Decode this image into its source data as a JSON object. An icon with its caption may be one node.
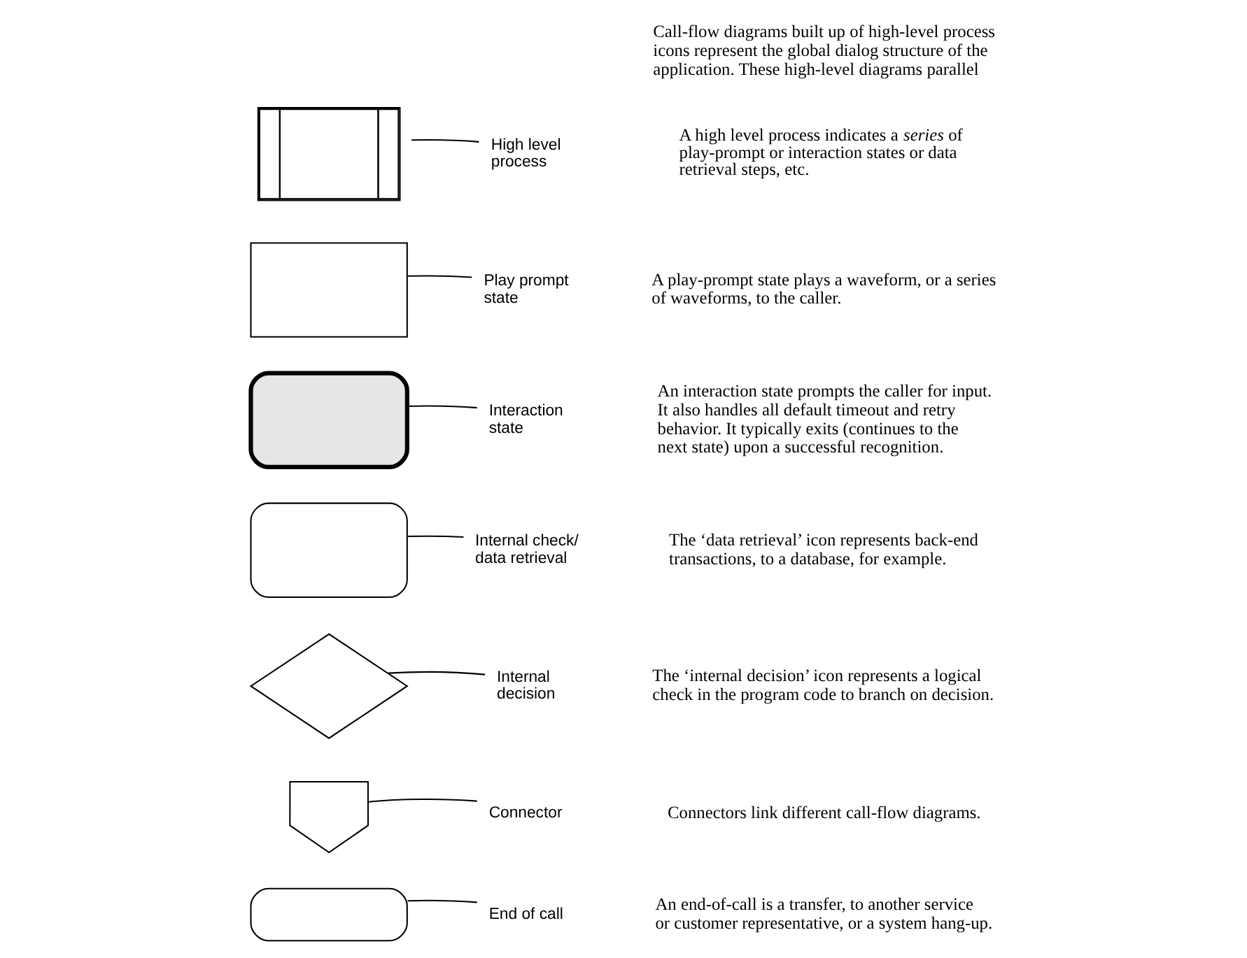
{
  "diagram": {
    "nodes": [
      {
        "text": [],
        "shape": "box"
      },
      {
        "text": [
          "High level process"
        ]
      },
      {
        "text": [],
        "shape": "box"
      },
      {
        "text": [
          "Play prompt state"
        ]
      },
      {
        "text": [],
        "shape": "box"
      },
      {
        "text": [
          "Interaction state"
        ]
      },
      {
        "text": [],
        "shape": "box"
      },
      {
        "text": [
          "Internal check/ data retrieval"
        ]
      },
      {
        "text": [],
        "shape": "diamond"
      },
      {
        "text": [
          "Internal decision"
        ]
      },
      {
        "text": [],
        "shape": "pentagon"
      },
      {
        "text": [
          "Connector"
        ]
      },
      {
        "text": [],
        "shape": "oval"
      },
      {
        "text": [
          "End of call"
        ]
      }
    ],
    "edges": [
      {
        "from": 1,
        "to": 0,
        "arrow": "none"
      },
      {
        "from": 3,
        "to": 2,
        "arrow": "none"
      },
      {
        "from": 5,
        "to": 4,
        "arrow": "none"
      },
      {
        "from": 7,
        "to": 6,
        "arrow": "none"
      },
      {
        "from": 9,
        "to": 8,
        "arrow": "none"
      },
      {
        "from": 11,
        "to": 10,
        "arrow": "none"
      },
      {
        "from": 13,
        "to": 12,
        "arrow": "none"
      }
    ],
    "labels": [
      "A high level process indicates a *series* of play-prompt or interaction states or data retrieval steps, etc.",
      "A play-prompt state plays a waveform, or a series of waveforms, to the caller.",
      "An interaction state prompts the caller for input. It also handles all default timeout and retry behavior. It typically exits (continues to the next state) upon a successful recognition.",
      "The ‘data retrieval’ icon represents back-end transactions, to a database, for example.",
      "The ‘internal decision’ icon represents a logical check in the program code to branch on decision.",
      "Connectors link different call-flow diagrams.",
      "An end-of-call is a transfer, to another service or customer representative, or a system hang-up.",
      "Call-flow diagrams built up of high-level process icons represent the global dialog structure of the application. These high-level diagrams parallel"
    ]
  }
}
